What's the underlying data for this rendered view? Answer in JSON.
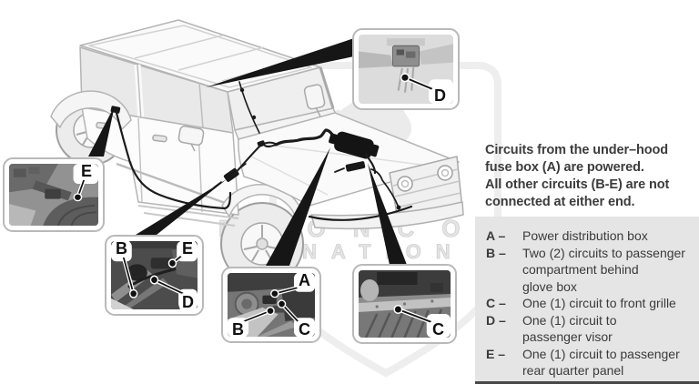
{
  "diagram": {
    "callouts": {
      "visor": {
        "d": "D"
      },
      "rear_quarter": {
        "e": "E"
      },
      "glove_box": {
        "b": "B",
        "e": "E",
        "d": "D"
      },
      "underhood": {
        "a": "A",
        "b": "B",
        "c": "C"
      },
      "grille": {
        "c": "C"
      }
    },
    "watermark": {
      "line1": "BRONCO",
      "line2": "NATION"
    }
  },
  "panel": {
    "intro": "Circuits from the under–hood\nfuse box (A) are powered.\nAll other circuits (B-E) are not\nconnected at either end.",
    "legend": [
      {
        "key": "A –",
        "text": "Power distribution box"
      },
      {
        "key": "B –",
        "text": "Two (2) circuits to passenger\ncompartment behind\nglove box"
      },
      {
        "key": "C –",
        "text": "One (1) circuit to front grille"
      },
      {
        "key": "D –",
        "text": "One (1) circuit to\npassenger visor"
      },
      {
        "key": "E –",
        "text": "One (1) circuit to passenger\nrear quarter panel"
      }
    ]
  },
  "colors": {
    "legend_bg": "#e5e5e5",
    "text": "#3a3a3a",
    "callout_border": "#b9b9b9",
    "wedge": "#161616",
    "harness": "#1c1c1c"
  }
}
